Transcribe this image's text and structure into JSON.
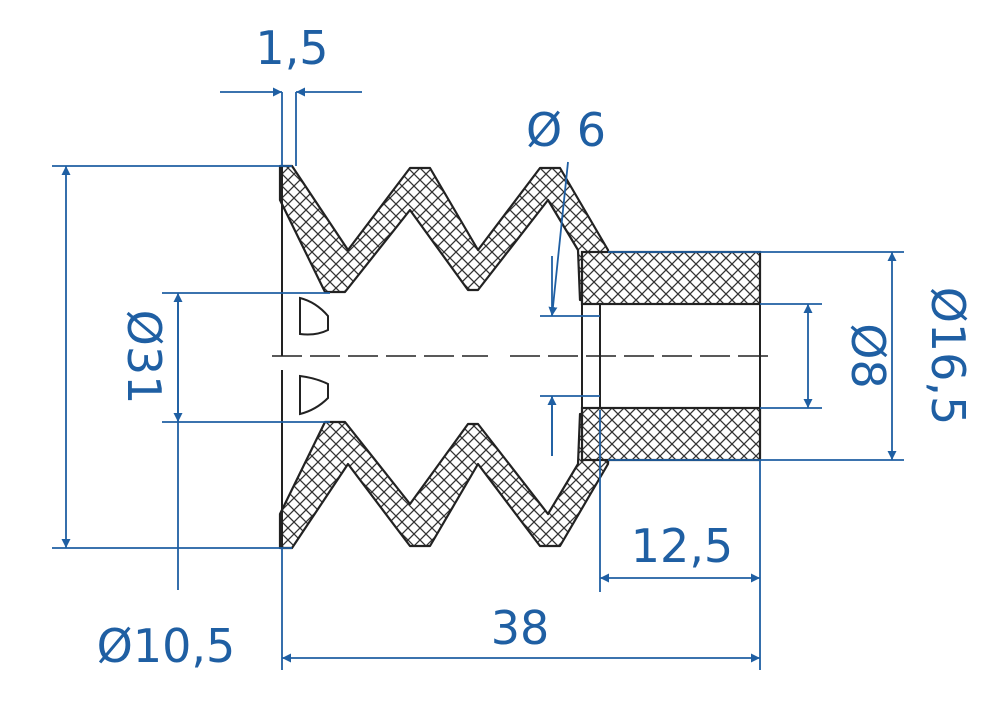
{
  "colors": {
    "dimension": "#1f5fa3",
    "outline": "#222222",
    "hatch": "#333333",
    "background": "#ffffff"
  },
  "dimensions": {
    "flange_thickness": "1,5",
    "bore_diameter": "Ø 6",
    "outer_diameter": "Ø31",
    "mouth_diameter": "Ø10,5",
    "inner_diameter": "Ø8",
    "neck_diameter": "Ø16,5",
    "neck_length": "12,5",
    "overall_length": "38"
  }
}
